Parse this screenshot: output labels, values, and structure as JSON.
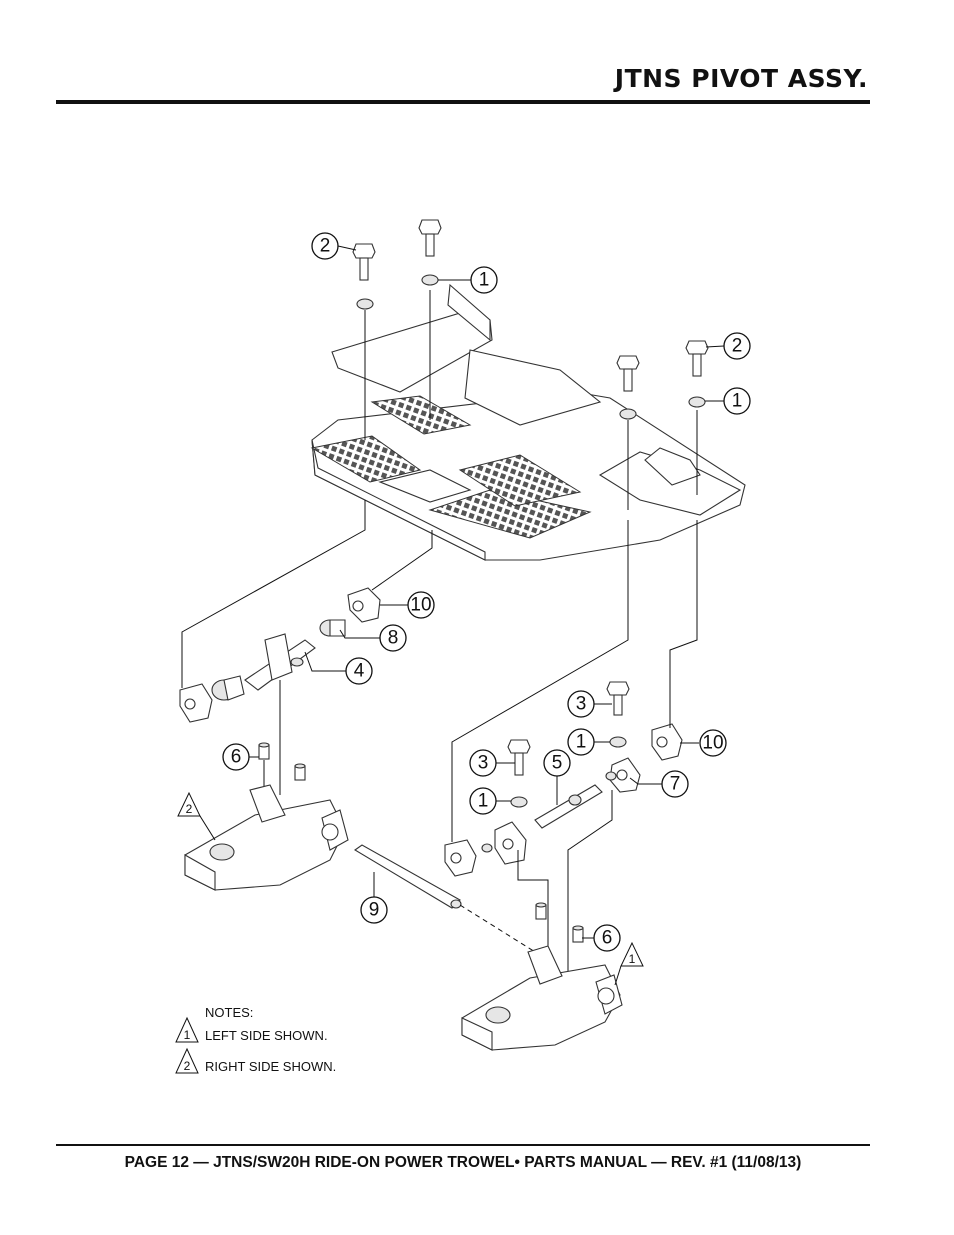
{
  "header": {
    "title": "JTNS PIVOT ASSY."
  },
  "footer": {
    "text": "PAGE 12 — JTNS/SW20H RIDE-ON POWER TROWEL• PARTS MANUAL — REV. #1 (11/08/13)"
  },
  "callouts": [
    "2",
    "1",
    "2",
    "1",
    "10",
    "8",
    "4",
    "6",
    "3",
    "1",
    "10",
    "3",
    "5",
    "1",
    "7",
    "9",
    "6"
  ],
  "flags": [
    "2",
    "1"
  ],
  "notes": {
    "heading": "NOTES:",
    "items": [
      {
        "flag": "1",
        "text": "LEFT SIDE SHOWN."
      },
      {
        "flag": "2",
        "text": "RIGHT SIDE SHOWN."
      }
    ]
  }
}
